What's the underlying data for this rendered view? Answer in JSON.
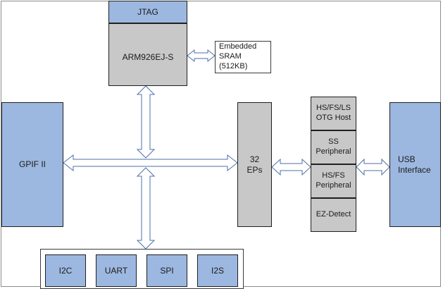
{
  "jtag": "JTAG",
  "cpu": "ARM926EJ-S",
  "sram": {
    "line1": "Embedded",
    "line2": "SRAM (512KB)"
  },
  "gpif": "GPIF II",
  "eps": {
    "line1": "32",
    "line2": "EPs"
  },
  "usb_blocks": {
    "otg": {
      "line1": "HS/FS/LS",
      "line2": "OTG Host"
    },
    "ss": {
      "line1": "SS",
      "line2": "Peripheral"
    },
    "hsfs": {
      "line1": "HS/FS",
      "line2": "Peripheral"
    },
    "ez": "EZ-Detect"
  },
  "usb_interface": {
    "line1": "USB",
    "line2": "Interface"
  },
  "peripherals": [
    "I2C",
    "UART",
    "SPI",
    "I2S"
  ],
  "colors": {
    "blue_fill": "#9db8e0",
    "gray_fill": "#c8c8c8",
    "outline": "#1f1f1f",
    "arrow_stroke": "#4f6fa8"
  }
}
